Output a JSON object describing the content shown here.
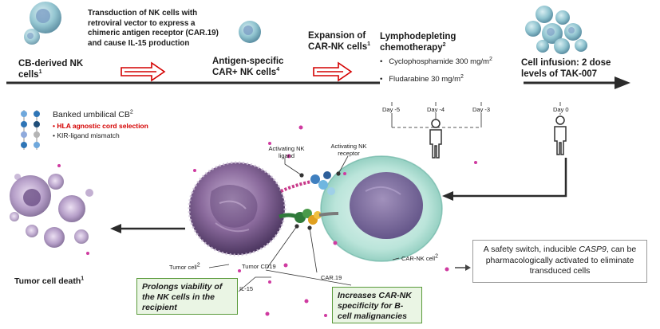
{
  "timeline": {
    "steps": [
      {
        "label": "CB-derived NK cells",
        "sup": "1"
      },
      {
        "label": "Transduction of NK cells with retroviral vector to express a chimeric antigen receptor (CAR.19) and cause IL-15 production"
      },
      {
        "label": "Antigen-specific CAR+ NK cells",
        "sup": "4"
      },
      {
        "label": "Expansion of CAR-NK cells",
        "sup": "1"
      },
      {
        "label": "Lymphodepleting chemotherapy",
        "sup": "2"
      },
      {
        "label": "Cell infusion: 2 dose levels of TAK-007"
      }
    ],
    "chemo_drugs": [
      {
        "name": "Cyclophosphamide",
        "dose": "300 mg/m",
        "dose_sup": "2"
      },
      {
        "name": "Fludarabine",
        "dose": "30 mg/m",
        "dose_sup": "2"
      }
    ],
    "days": [
      "Day -5",
      "Day -4",
      "Day -3",
      "Day 0"
    ]
  },
  "cord_blood": {
    "title": "Banked umbilical CB",
    "title_sup": "2",
    "bullets": [
      "HLA agnostic cord selection",
      "KIR-ligand mismatch"
    ]
  },
  "mechanism": {
    "activating_ligand": "Activating NK ligand",
    "activating_receptor": "Activating NK receptor",
    "tumor_cell": "Tumor cell",
    "tumor_cell_sup": "2",
    "tumor_cd19": "Tumor CD19",
    "il15": "IL-15",
    "car19": "CAR.19",
    "car_nk_cell": "CAR-NK cell",
    "car_nk_cell_sup": "2",
    "tumor_death": "Tumor cell death",
    "tumor_death_sup": "1"
  },
  "callouts": {
    "viability": "Prolongs viability of the NK cells in the recipient",
    "specificity": "Increases CAR-NK specificity for B-cell malignancies",
    "safety_switch_pre": "A safety switch, inducible ",
    "safety_switch_gene": "CASP9",
    "safety_switch_post": ", can be pharmacologically activated to eliminate transduced cells"
  },
  "colors": {
    "arrow_red": "#d40000",
    "callout_green": "#5a9a3a",
    "tumor_purple": "#7a5a8c",
    "nk_teal": "#9fd3c7"
  }
}
